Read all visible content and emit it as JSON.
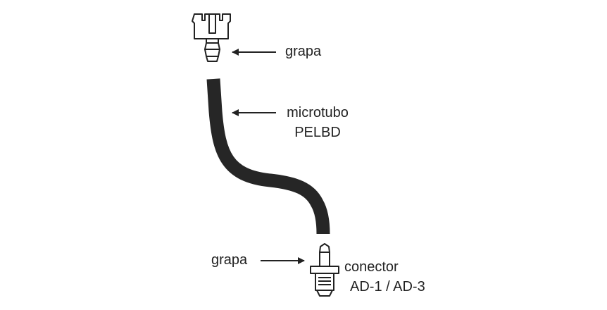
{
  "labels": {
    "top_clip": "grapa",
    "tube_line1": "microtubo",
    "tube_line2": "PELBD",
    "bottom_clip": "grapa",
    "connector_line1": "conector",
    "connector_line2": "AD-1 / AD-3"
  },
  "colors": {
    "ink": "#222222",
    "tube": "#262626",
    "background": "#ffffff"
  },
  "components": [
    "clip",
    "micro-tube",
    "clip",
    "connector"
  ]
}
